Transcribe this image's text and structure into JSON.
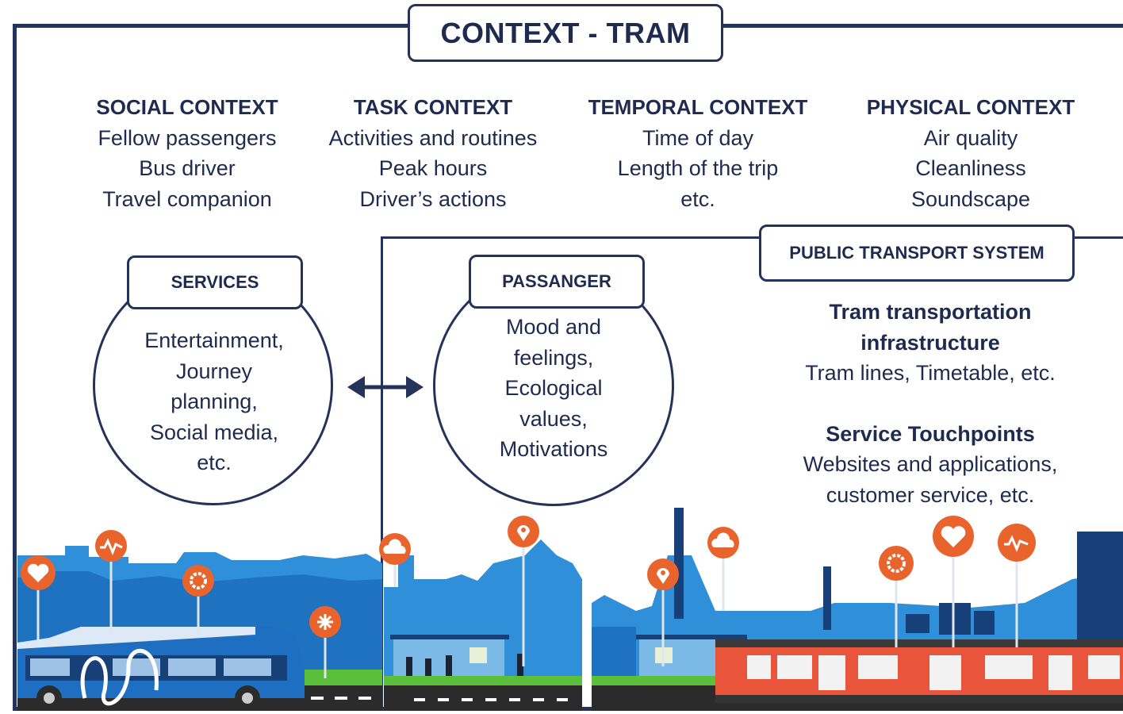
{
  "title": "CONTEXT - TRAM",
  "contexts": [
    {
      "heading": "SOCIAL CONTEXT",
      "items": [
        "Fellow passengers",
        "Bus driver",
        "Travel companion"
      ]
    },
    {
      "heading": "TASK CONTEXT",
      "items": [
        "Activities and routines",
        "Peak hours",
        "Driver’s actions"
      ]
    },
    {
      "heading": "TEMPORAL CONTEXT",
      "items": [
        "Time of day",
        "Length of the trip",
        "etc."
      ]
    },
    {
      "heading": "PHYSICAL CONTEXT",
      "items": [
        "Air quality",
        "Cleanliness",
        "Soundscape"
      ]
    }
  ],
  "services": {
    "label": "SERVICES",
    "lines": [
      "Entertainment,",
      "Journey",
      "planning,",
      "Social media,",
      "etc."
    ]
  },
  "passenger": {
    "label": "PASSANGER",
    "lines": [
      "Mood and",
      "feelings,",
      "Ecological",
      "values,",
      "Motivations"
    ]
  },
  "system": {
    "label": "PUBLIC TRANSPORT SYSTEM",
    "infra_heading_1": "Tram transportation",
    "infra_heading_2": "infrastructure",
    "infra_text": "Tram lines, Timetable, etc.",
    "touch_heading": "Service Touchpoints",
    "touch_text_1": "Websites and applications,",
    "touch_text_2": "customer service, etc."
  },
  "colors": {
    "navy": "#25325a",
    "sky_blue": "#2f8fd8",
    "orange": "#e8642c",
    "grass": "#5bbf3a",
    "road": "#2b2b2b",
    "tram_red": "#e8553a"
  },
  "scene_icons": [
    "heart-icon",
    "pulse-icon",
    "gear-icon",
    "snowflake-icon",
    "cloud-icon",
    "location-icon",
    "location-icon",
    "cloud-icon",
    "gear-icon",
    "heart-icon",
    "pulse-icon"
  ]
}
